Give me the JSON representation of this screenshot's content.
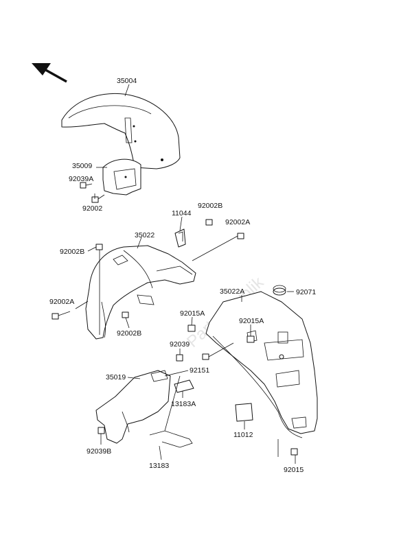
{
  "watermark": "Partsrepublik",
  "parts": {
    "p35004": "35004",
    "p35009": "35009",
    "p92039A": "92039A",
    "p92002_front": "92002",
    "p11044": "11044",
    "p92002B_top": "92002B",
    "p92002A_top": "92002A",
    "p35022": "35022",
    "p92002B_left": "92002B",
    "p92002A_left": "92002A",
    "p92002B_mid": "92002B",
    "p35022A": "35022A",
    "p92071": "92071",
    "p92015A_left": "92015A",
    "p92015A_right": "92015A",
    "p92039": "92039",
    "p92151": "92151",
    "p35019": "35019",
    "p13183A": "13183A",
    "p11012": "11012",
    "p92039B": "92039B",
    "p13183": "13183",
    "p92015": "92015"
  },
  "icons": {
    "direction_arrow": "front-direction-arrow-icon"
  }
}
